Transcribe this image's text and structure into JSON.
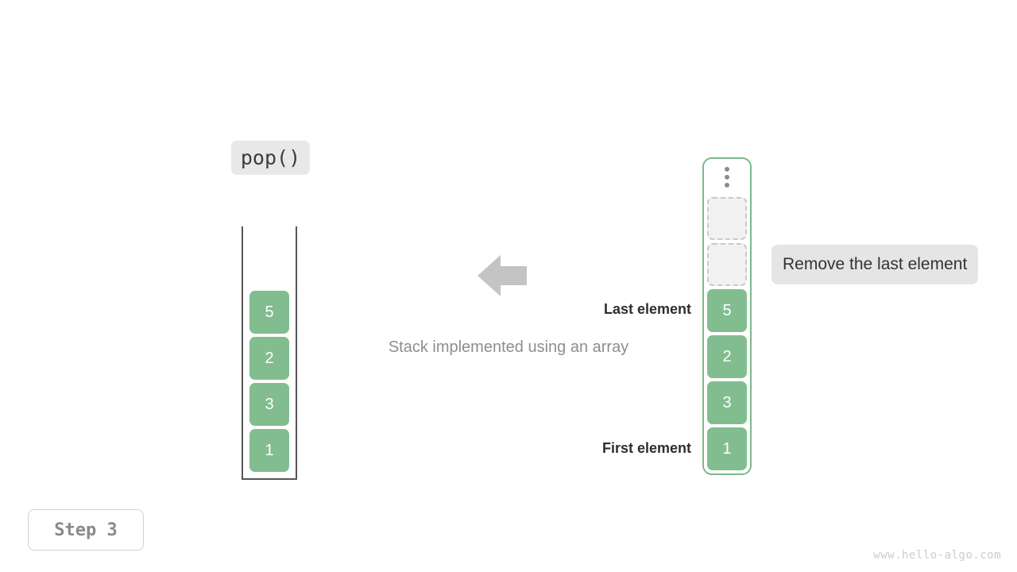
{
  "operation": {
    "label": "pop()"
  },
  "left_stack": {
    "name": "array-stack-before",
    "container_style": "open-top-u-shape",
    "cells": [
      {
        "value": "5",
        "state": "filled"
      },
      {
        "value": "2",
        "state": "filled"
      },
      {
        "value": "3",
        "state": "filled"
      },
      {
        "value": "1",
        "state": "filled"
      }
    ]
  },
  "right_stack": {
    "name": "array-stack-after",
    "container_style": "closed-rounded-green",
    "ellipsis": "vertical-three-dots",
    "cells": [
      {
        "value": "",
        "state": "empty"
      },
      {
        "value": "",
        "state": "empty"
      },
      {
        "value": "5",
        "state": "filled"
      },
      {
        "value": "2",
        "state": "filled"
      },
      {
        "value": "3",
        "state": "filled"
      },
      {
        "value": "1",
        "state": "filled"
      }
    ]
  },
  "annotations": {
    "last_element": "Last element",
    "first_element": "First element",
    "callout": "Remove the last element"
  },
  "caption": "Stack implemented using an array",
  "arrow": {
    "direction": "left",
    "color": "#c4c4c4"
  },
  "step_badge": "Step 3",
  "watermark": "www.hello-algo.com",
  "colors": {
    "cell_fill": "#82bd90",
    "cell_text": "#ffffff",
    "empty_fill": "#f1f1f1",
    "empty_border": "#c9c9c9",
    "container_border": "#7cb989",
    "chip_bg": "#e8e8e8",
    "callout_bg": "#e5e5e5",
    "caption_text": "#8e8e8e",
    "annotation_text": "#2e2e2e",
    "arrow": "#c4c4c4",
    "watermark": "#cccccc"
  }
}
